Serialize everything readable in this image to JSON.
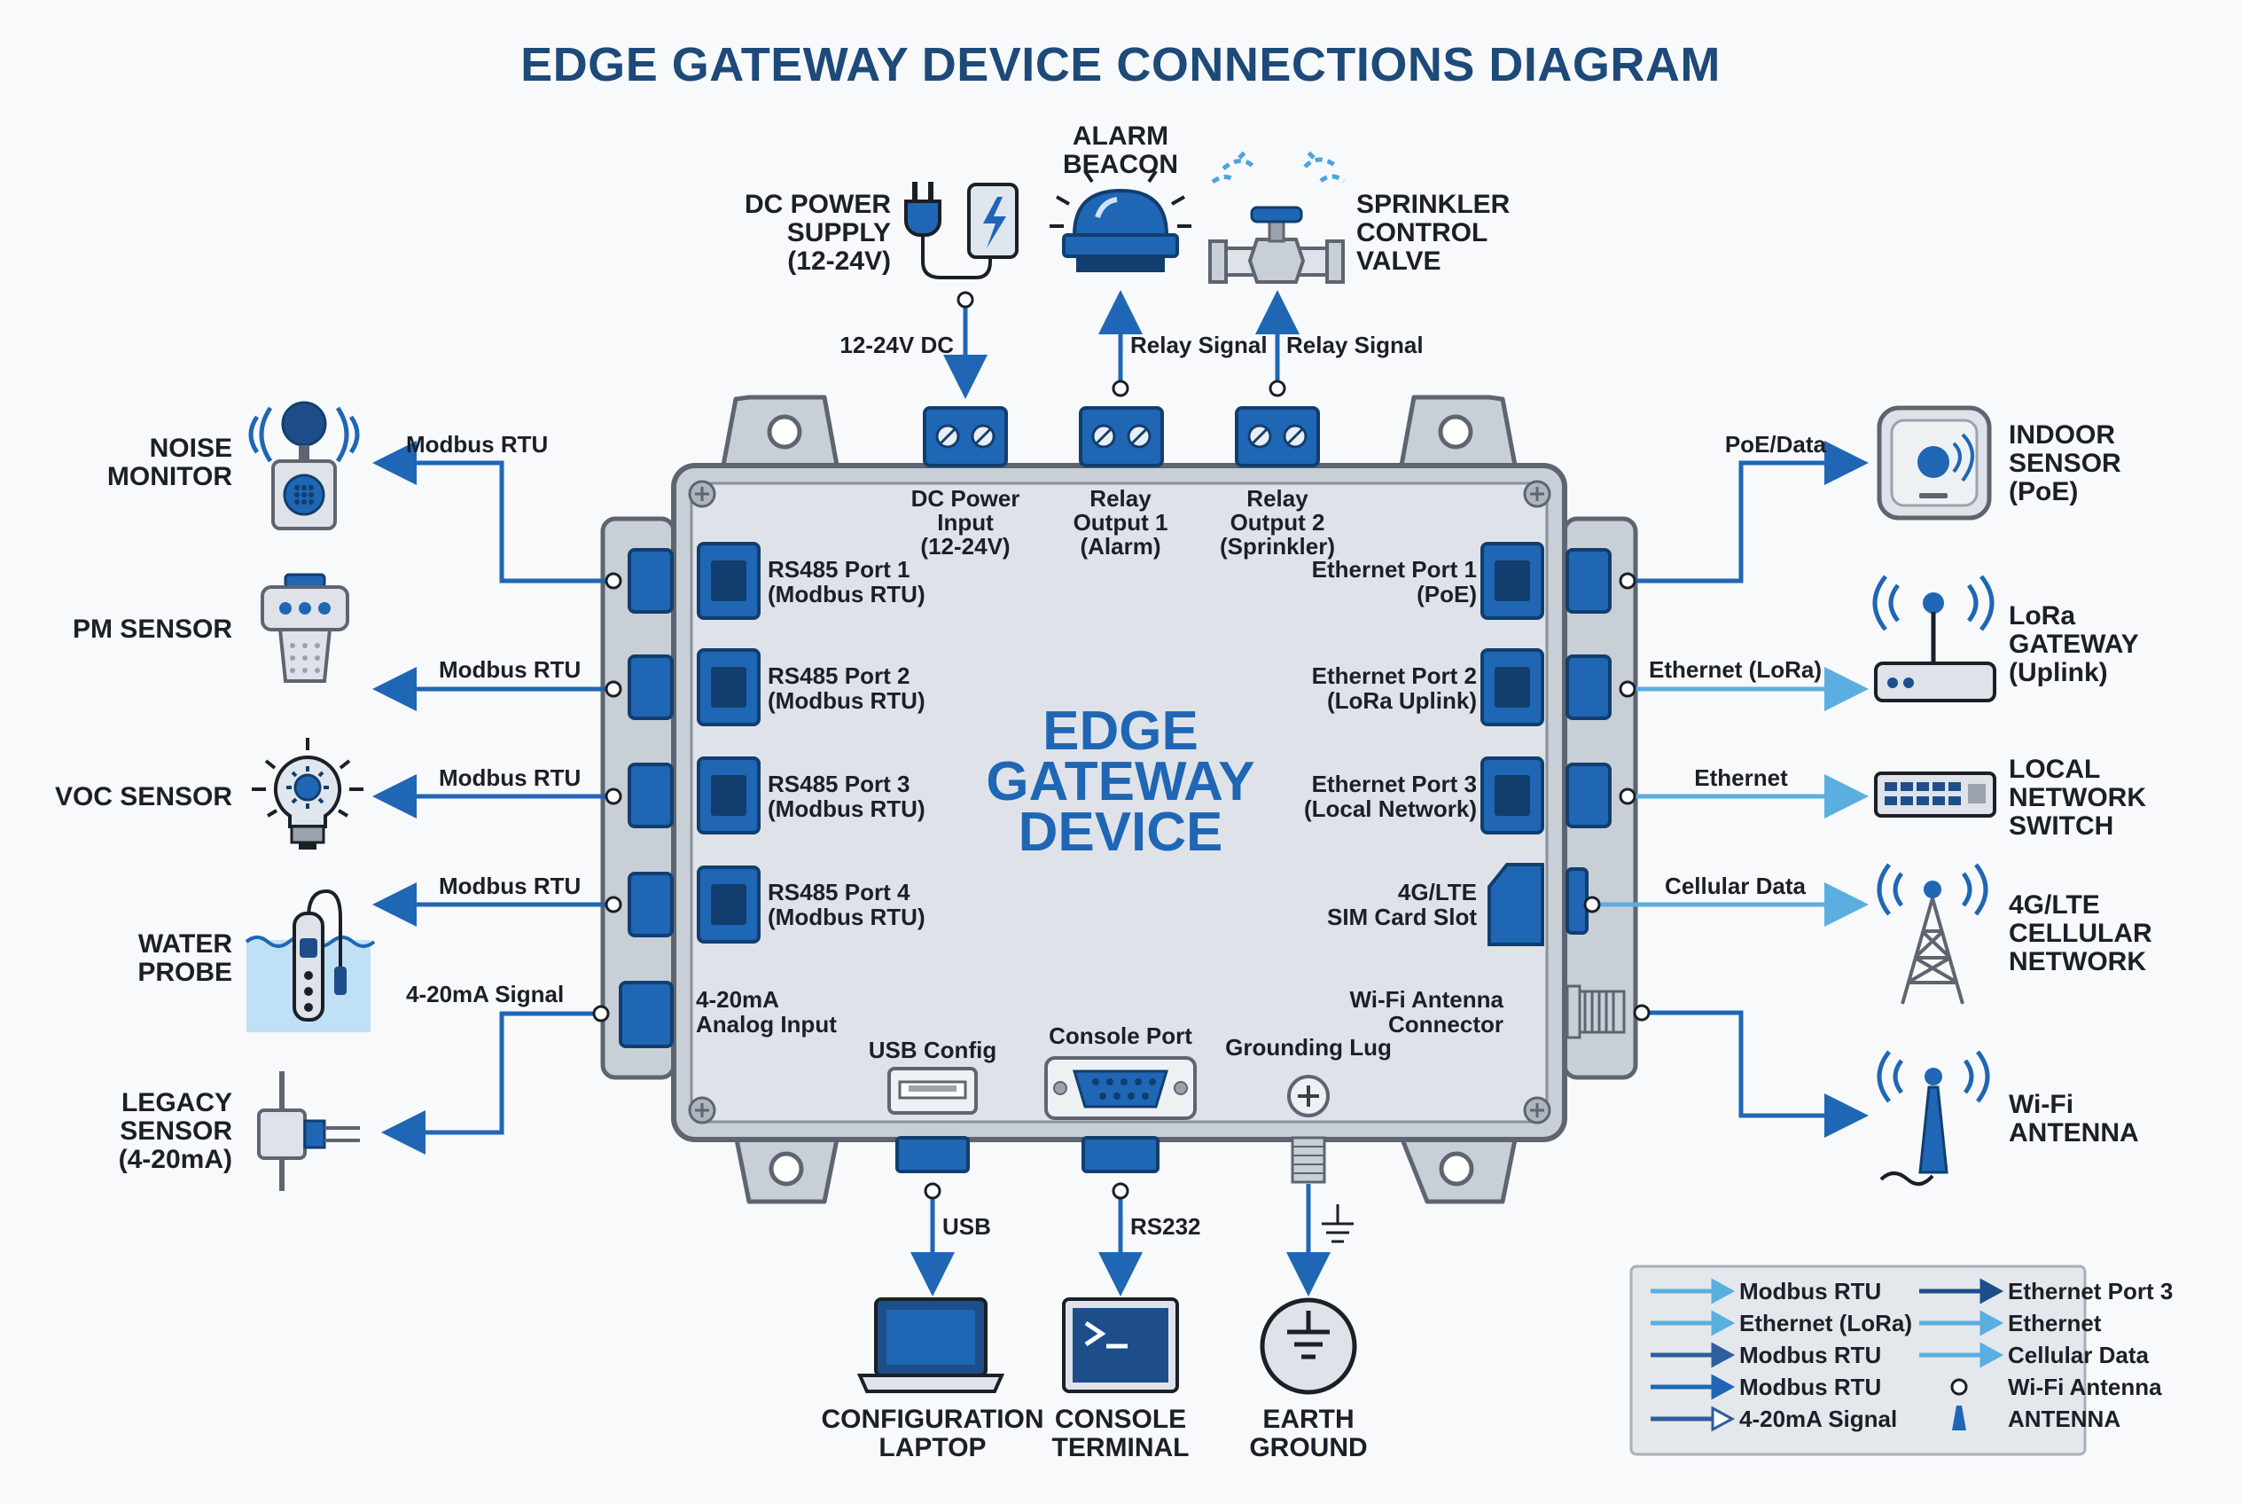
{
  "title": "EDGE GATEWAY DEVICE CONNECTIONS DIAGRAM",
  "center_label": [
    "EDGE",
    "GATEWAY",
    "DEVICE"
  ],
  "colors": {
    "title": "#1d4a78",
    "accent": "#1f66b5",
    "dark_blue": "#1d4e89",
    "light_blue": "#5aaee0",
    "body": "#d8dde4",
    "outline": "#5e6570"
  },
  "top": {
    "devices": [
      {
        "id": "dc-power-supply",
        "label": [
          "DC POWER",
          "SUPPLY",
          "(12-24V)"
        ],
        "icon": "plug-battery-icon"
      },
      {
        "id": "alarm-beacon",
        "label": [
          "ALARM",
          "BEACON"
        ],
        "icon": "beacon-icon"
      },
      {
        "id": "sprinkler-control-valve",
        "label": [
          "SPRINKLER",
          "CONTROL",
          "VALVE"
        ],
        "icon": "valve-icon"
      }
    ],
    "connections": [
      "12-24V DC",
      "Relay Signal",
      "Relay Signal"
    ],
    "ports": [
      [
        "DC Power",
        "Input",
        "(12-24V)"
      ],
      [
        "Relay",
        "Output 1",
        "(Alarm)"
      ],
      [
        "Relay",
        "Output 2",
        "(Sprinkler)"
      ]
    ]
  },
  "left": {
    "devices": [
      {
        "id": "noise-monitor",
        "label": [
          "NOISE",
          "MONITOR"
        ],
        "icon": "noise-monitor-icon"
      },
      {
        "id": "pm-sensor",
        "label": [
          "PM SENSOR"
        ],
        "icon": "pm-sensor-icon"
      },
      {
        "id": "voc-sensor",
        "label": [
          "VOC SENSOR"
        ],
        "icon": "voc-bulb-icon"
      },
      {
        "id": "water-probe",
        "label": [
          "WATER",
          "PROBE"
        ],
        "icon": "water-probe-icon"
      },
      {
        "id": "legacy-sensor",
        "label": [
          "LEGACY",
          "SENSOR",
          "(4-20mA)"
        ],
        "icon": "legacy-sensor-icon"
      }
    ],
    "connections": [
      "Modbus RTU",
      "Modbus RTU",
      "Modbus RTU",
      "Modbus RTU",
      "4-20mA Signal"
    ],
    "ports": [
      [
        "RS485 Port 1",
        "(Modbus RTU)"
      ],
      [
        "RS485 Port 2",
        "(Modbus RTU)"
      ],
      [
        "RS485 Port 3",
        "(Modbus RTU)"
      ],
      [
        "RS485 Port 4",
        "(Modbus RTU)"
      ],
      [
        "4-20mA",
        "Analog Input"
      ]
    ]
  },
  "right": {
    "devices": [
      {
        "id": "indoor-sensor",
        "label": [
          "INDOOR",
          "SENSOR",
          "(PoE)"
        ],
        "icon": "indoor-sensor-icon"
      },
      {
        "id": "lora-gateway",
        "label": [
          "LoRa",
          "GATEWAY",
          "(Uplink)"
        ],
        "icon": "router-icon"
      },
      {
        "id": "local-network-switch",
        "label": [
          "LOCAL",
          "NETWORK",
          "SWITCH"
        ],
        "icon": "switch-icon"
      },
      {
        "id": "cellular-network",
        "label": [
          "4G/LTE",
          "CELLULAR",
          "NETWORK"
        ],
        "icon": "cell-tower-icon"
      },
      {
        "id": "wifi-antenna",
        "label": [
          "Wi-Fi",
          "ANTENNA"
        ],
        "icon": "antenna-icon"
      }
    ],
    "connections": [
      "PoE/Data",
      "Ethernet (LoRa)",
      "Ethernet",
      "Cellular Data",
      ""
    ],
    "ports": [
      [
        "Ethernet Port 1",
        "(PoE)"
      ],
      [
        "Ethernet Port 2",
        "(LoRa Uplink)"
      ],
      [
        "Ethernet Port 3",
        "(Local Network)"
      ],
      [
        "4G/LTE",
        "SIM Card Slot"
      ],
      [
        "Wi-Fi Antenna",
        "Connector"
      ]
    ]
  },
  "bottom": {
    "devices": [
      {
        "id": "configuration-laptop",
        "label": [
          "CONFIGURATION",
          "LAPTOP"
        ],
        "icon": "laptop-icon"
      },
      {
        "id": "console-terminal",
        "label": [
          "CONSOLE",
          "TERMINAL"
        ],
        "icon": "terminal-icon"
      },
      {
        "id": "earth-ground",
        "label": [
          "EARTH",
          "GROUND"
        ],
        "icon": "ground-icon"
      }
    ],
    "connections": [
      "USB",
      "RS232",
      ""
    ],
    "ports": [
      "USB Config",
      "Console Port",
      "Grounding Lug"
    ]
  },
  "legend": [
    {
      "label": "Modbus RTU",
      "icon": "arrow-line-icon",
      "color": "#5aaee0"
    },
    {
      "label": "Ethernet (LoRa)",
      "icon": "arrow-line-icon",
      "color": "#5aaee0"
    },
    {
      "label": "Modbus RTU",
      "icon": "arrow-line-icon",
      "color": "#2e5f9e"
    },
    {
      "label": "Modbus RTU",
      "icon": "arrow-line-icon",
      "color": "#1f66b5"
    },
    {
      "label": "4-20mA Signal",
      "icon": "open-arrow-line-icon",
      "color": "#2e5f9e"
    },
    {
      "label": "Ethernet Port 3",
      "icon": "arrow-line-icon",
      "color": "#1d4e89"
    },
    {
      "label": "Ethernet",
      "icon": "arrow-line-icon",
      "color": "#5aaee0"
    },
    {
      "label": "Cellular Data",
      "icon": "arrow-line-icon",
      "color": "#5aaee0"
    },
    {
      "label": "Wi-Fi Antenna",
      "icon": "circle-icon",
      "color": "#1b1f27"
    },
    {
      "label": "ANTENNA",
      "icon": "antenna-mast-icon",
      "color": "#1f66b5"
    }
  ]
}
